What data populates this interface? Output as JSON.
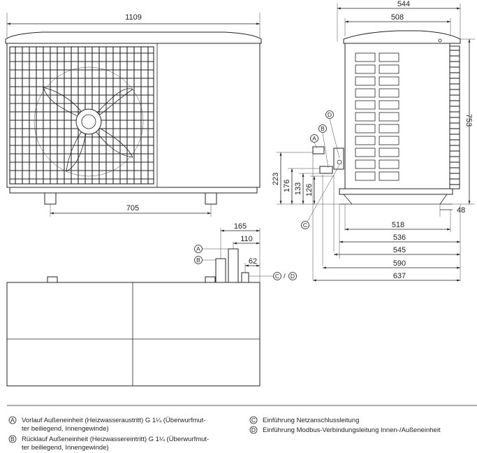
{
  "front_view": {
    "width_dim": "1109",
    "feet_dim": "705"
  },
  "side_view": {
    "dims_top": [
      "544",
      "508"
    ],
    "height_dim": "753",
    "vertical_dims": [
      "223",
      "176",
      "133",
      "126"
    ],
    "foot_dim": "48",
    "bottom_dims": [
      "518",
      "536",
      "545",
      "590",
      "637"
    ],
    "callouts": [
      "D",
      "B",
      "A",
      "C"
    ]
  },
  "top_view": {
    "dims": [
      "165",
      "110",
      "62"
    ],
    "callouts": [
      "A",
      "B",
      "C",
      "D"
    ]
  },
  "legend": [
    {
      "marker": "A",
      "line1": "Vorlauf Außeneinheit (Heizwasseraustritt) G 1¼ (Überwurfmut-",
      "line2": "ter beiliegend, Innengewinde)"
    },
    {
      "marker": "B",
      "line1": "Rücklauf Außeneinheit (Heizwassereintritt) G 1¼ (Überwurfmut-",
      "line2": "ter beiliegend, Innengewinde)"
    },
    {
      "marker": "C",
      "line1": "Einführung Netzanschlussleitung",
      "line2": ""
    },
    {
      "marker": "D",
      "line1": "Einführung Modbus-Verbindungsleitung Innen-/Außeneinheit",
      "line2": ""
    }
  ]
}
